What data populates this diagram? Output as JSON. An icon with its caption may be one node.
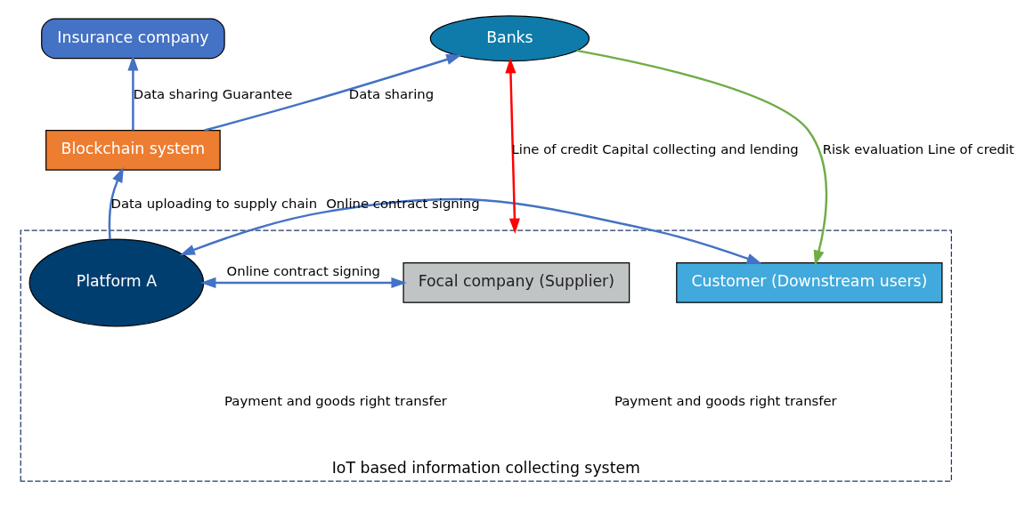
{
  "diagram": {
    "nodes": [
      {
        "text": [
          "IoT based information collecting system"
        ]
      },
      {
        "text": [
          "Insurance company"
        ]
      },
      {
        "text": [
          "Banks"
        ]
      },
      {
        "text": [
          "Blockchain system"
        ]
      },
      {
        "text": [
          "Focal company (Supplier)"
        ],
        "in": 0
      },
      {
        "text": [
          "Platform A"
        ],
        "in": 0
      },
      {
        "text": [
          "Customer (Downstream users)"
        ],
        "in": 0
      }
    ],
    "edges": [
      {
        "from": 3,
        "to": 1,
        "arrow": "to",
        "label": "Data sharing Guarantee"
      },
      {
        "from": 3,
        "to": 2,
        "arrow": "to",
        "label": "Data sharing"
      },
      {
        "from": 5,
        "to": 3,
        "arrow": "to",
        "label": "Data uploading to supply chain"
      },
      {
        "from": 4,
        "to": 5,
        "arrow": "both",
        "label": "Online contract signing"
      },
      {
        "from": 5,
        "to": 6,
        "arrow": "both",
        "label": "Online contract signing"
      },
      {
        "from": 2,
        "to": 6,
        "arrow": "to",
        "label": "Risk evaluation Line of credit",
        "color": "#70ad47"
      },
      {
        "from": 2,
        "to": 0,
        "arrow": "both",
        "label": "Line of credit Capital collecting and lending",
        "color": "#ff0000"
      }
    ],
    "labels": [
      "Payment and goods right transfer",
      "Payment and goods right transfer"
    ]
  }
}
